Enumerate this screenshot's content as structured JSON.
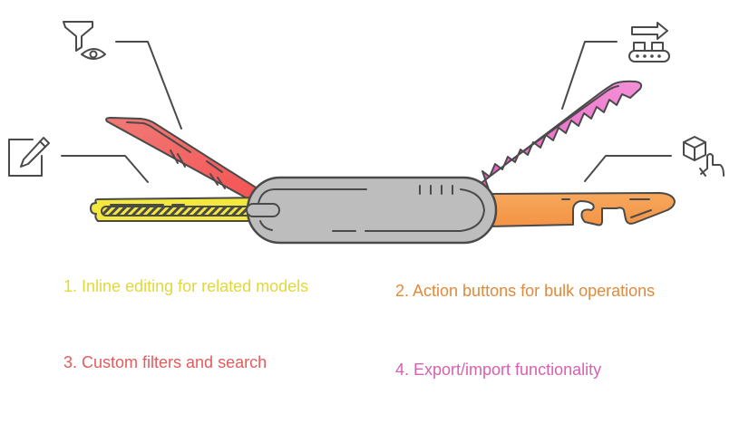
{
  "diagram": {
    "metaphor": "swiss-army-knife",
    "features": [
      {
        "number": "1",
        "text": "1. Inline editing for related models",
        "tool": "file-blade",
        "icon": "edit-icon",
        "color": "#e2d83a",
        "fill": "#f5e83c"
      },
      {
        "number": "2",
        "text": "2. Action buttons for bulk operations",
        "tool": "bottle-opener",
        "icon": "cube-hand-icon",
        "color": "#e08a3c",
        "fill": "#f6a255"
      },
      {
        "number": "3",
        "text": "3. Custom filters and search",
        "tool": "blade",
        "icon": "filter-eye-icon",
        "color": "#e45b5b",
        "fill": "#f06464"
      },
      {
        "number": "4",
        "text": "4. Export/import functionality",
        "tool": "saw-blade",
        "icon": "conveyor-export-icon",
        "color": "#d95fb2",
        "fill": "#ef78cb"
      }
    ],
    "handle_color": "#bdbdbd",
    "outline_color": "#4a4a4a"
  }
}
